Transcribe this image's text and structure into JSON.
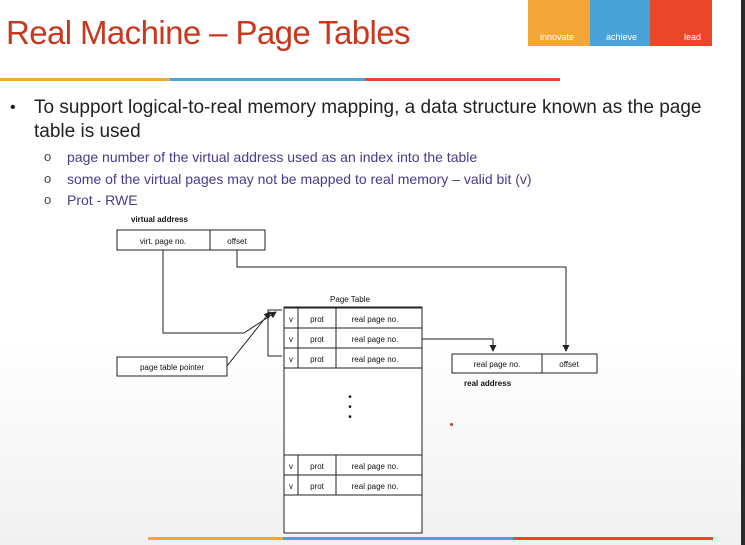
{
  "slide": {
    "title": "Real Machine – Page Tables",
    "brand": {
      "words": [
        "innovate",
        "achieve",
        "lead"
      ],
      "colors": [
        "#f3a637",
        "#4aa3d8",
        "#e8472a"
      ]
    },
    "bullet": "To support logical-to-real memory mapping, a data structure known as the page table is used",
    "sub_items": [
      "page number of the virtual address used as an index into the table",
      "some of the virtual pages may not be mapped to real memory – valid bit (v)",
      "Prot - RWE"
    ],
    "sub_marker": "o"
  },
  "diagram": {
    "virtual_address": {
      "label": "virtual address",
      "fields": [
        "virt. page no.",
        "offset"
      ]
    },
    "page_table": {
      "title": "Page Table",
      "row_cells": [
        "v",
        "prot",
        "real page no."
      ],
      "ellipsis": "•"
    },
    "pointer_label": "page table pointer",
    "real_address": {
      "label": "real address",
      "fields": [
        "real page no.",
        "offset"
      ]
    }
  }
}
